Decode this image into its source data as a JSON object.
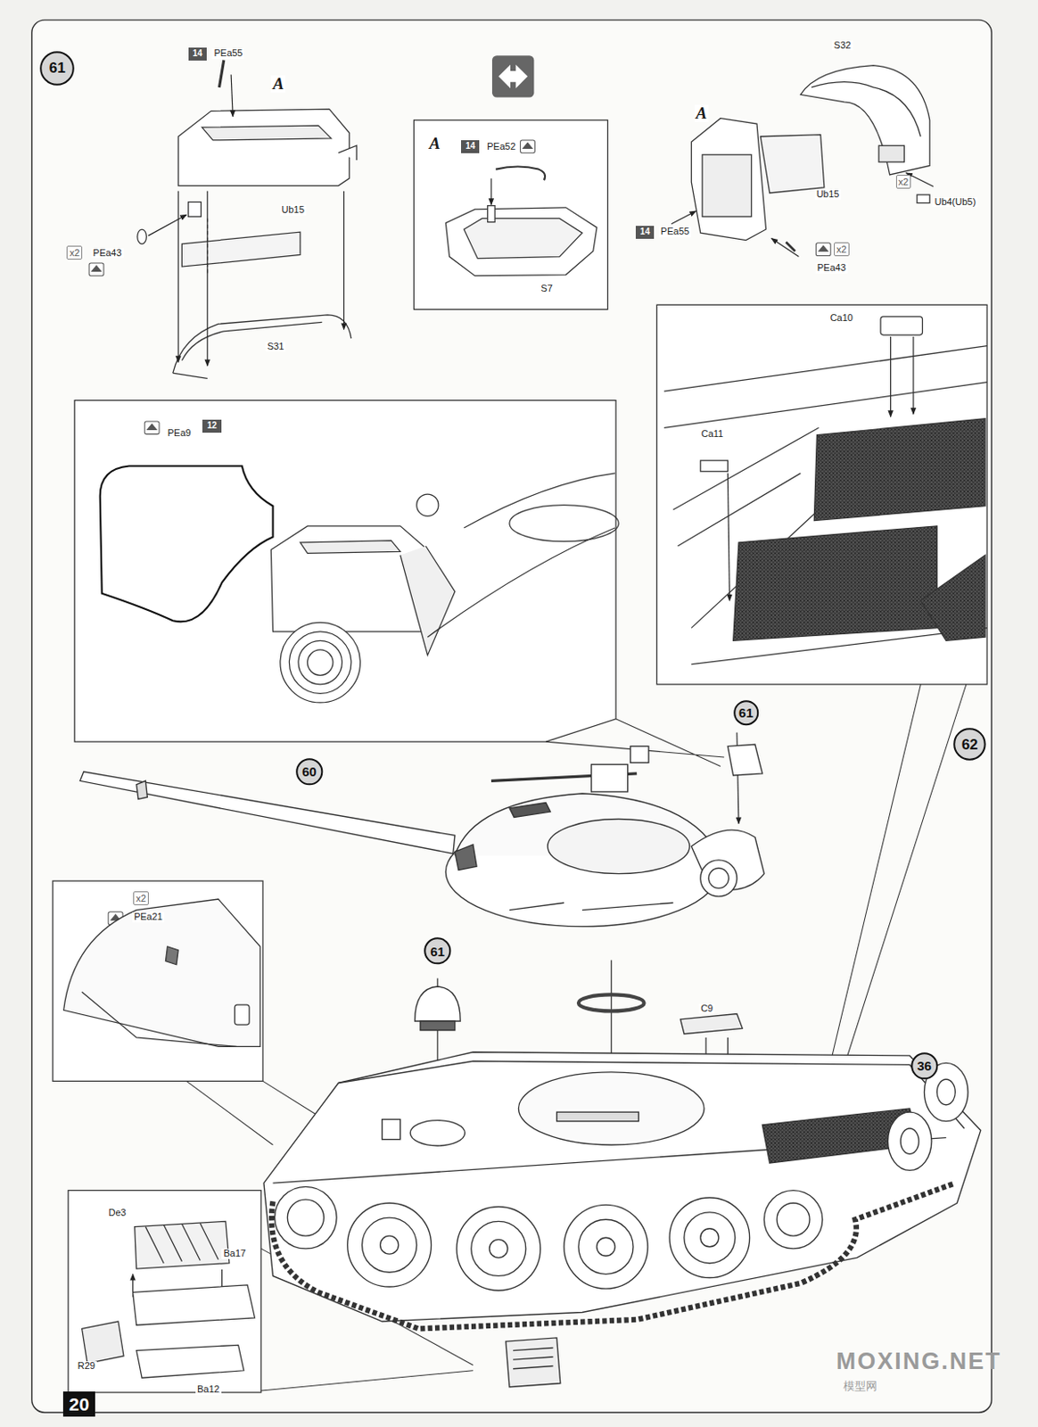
{
  "diagram": {
    "nodes": [
      {
        "text": [
          "61"
        ]
      },
      {
        "text": [
          "14"
        ]
      },
      {
        "text": [
          "x2"
        ]
      },
      {
        "text": [
          "14"
        ]
      },
      {
        "text": [
          "x2"
        ]
      },
      {
        "text": [
          "14"
        ]
      },
      {
        "text": [
          "x2"
        ]
      },
      {
        "text": [
          "12"
        ]
      },
      {
        "text": [
          "61"
        ]
      },
      {
        "text": [
          "62"
        ]
      },
      {
        "text": [
          "60"
        ]
      },
      {
        "text": [
          "x2"
        ]
      },
      {
        "text": [
          "61"
        ]
      },
      {
        "text": [
          "36"
        ]
      },
      {
        "text": [
          "20"
        ]
      }
    ],
    "labels": [
      "PEa55",
      "A",
      "Ub15",
      "PEa43",
      "S31",
      "A",
      "PEa52",
      "S7",
      "S32",
      "A",
      "Ub15",
      "Ub4(Ub5)",
      "PEa55",
      "PEa43",
      "PEa9",
      "Ca10",
      "Ca11",
      "PEa21",
      "C9",
      "De3",
      "Ba17",
      "R29",
      "Ba12",
      "MOXING.NET",
      "模型网"
    ]
  }
}
